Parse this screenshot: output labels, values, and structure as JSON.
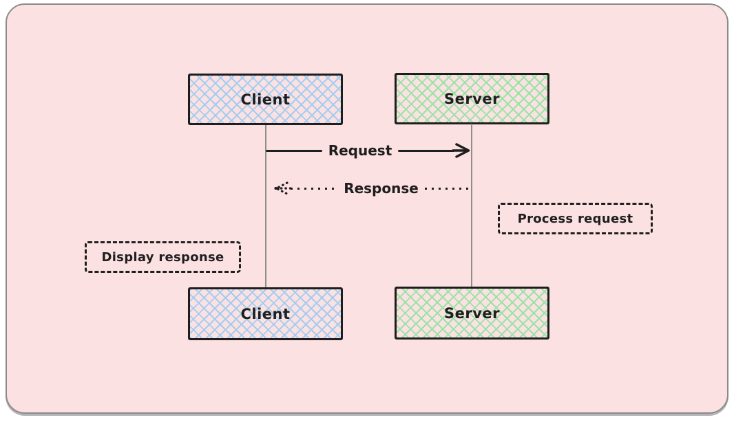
{
  "diagram": {
    "kind": "sequence-diagram",
    "actors": [
      {
        "id": "client",
        "label": "Client",
        "fill_pattern": "cross-hatch",
        "accent": "#a3cdf0"
      },
      {
        "id": "server",
        "label": "Server",
        "fill_pattern": "cross-hatch",
        "accent": "#98e3a6"
      }
    ],
    "messages": [
      {
        "label": "Request",
        "from": "Client",
        "to": "Server",
        "line_style": "solid"
      },
      {
        "label": "Response",
        "from": "Server",
        "to": "Client",
        "line_style": "dotted"
      }
    ],
    "notes": [
      {
        "label": "Process request",
        "near": "Server"
      },
      {
        "label": "Display response",
        "near": "Client"
      }
    ],
    "colors": {
      "stroke": "#1e1e1e",
      "lifeline": "#8d8d8d",
      "client_fill": "#a3cdf0",
      "server_fill": "#98e3a6",
      "frame_bg": "#fce1e2",
      "frame_border": "#8b8b8b"
    }
  }
}
